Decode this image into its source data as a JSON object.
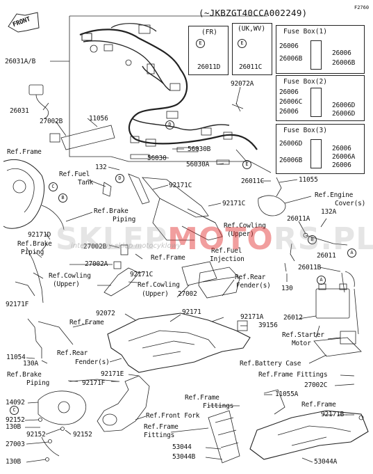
{
  "header": {
    "model_code": "(~JKBZGT40CCA002249)",
    "figure_code": "F2760"
  },
  "front_badge": "FRONT",
  "variant_boxes": [
    {
      "title": "(FR)",
      "part": "26011D"
    },
    {
      "title": "(UK,WV)",
      "part": "26011C"
    }
  ],
  "fuse_boxes": [
    {
      "title": "Fuse Box(1)",
      "left": [
        "26006",
        "26006B"
      ],
      "right": [
        "26006",
        "26006B"
      ]
    },
    {
      "title": "Fuse Box(2)",
      "left": [
        "26006",
        "26006C",
        "26006"
      ],
      "right": [
        "26006D",
        "26006D"
      ]
    },
    {
      "title": "Fuse Box(3)",
      "left": [
        "26006D",
        "26006B"
      ],
      "right": [
        "26006",
        "26006A",
        "26006"
      ]
    }
  ],
  "labels": {
    "p26031ab": "26031A/B",
    "p26031": "26031",
    "p27002b_top": "27002B",
    "p11056": "11056",
    "p92072a": "92072A",
    "p56030b": "56030B",
    "p56030": "56030",
    "p56030a": "56030A",
    "p26011c_main": "26011C",
    "p11055": "11055",
    "ref_frame_1": "Ref.Frame",
    "ref_fuel_tank_1": "Ref.Fuel",
    "ref_fuel_tank_2": "Tank",
    "p132": "132",
    "p92171c_a": "92171C",
    "ref_engine_cover_1": "Ref.Engine",
    "ref_engine_cover_2": "Cover(s)",
    "ref_brake_piping_top_1": "Ref.Brake",
    "ref_brake_piping_top_2": "Piping",
    "p92171c_b": "92171C",
    "p26011a": "26011A",
    "p132a": "132A",
    "ref_cowling_upper_1_1": "Ref.Cowling",
    "ref_cowling_upper_1_2": "(Upper)",
    "p92171d": "92171D",
    "ref_brake_piping_left_1": "Ref.Brake",
    "ref_brake_piping_left_2": "Piping",
    "p27002b_mid": "27002B",
    "p26011": "26011",
    "ref_fuel_injection_1": "Ref.Fuel",
    "ref_fuel_injection_2": "Injection",
    "p27002a": "27002A",
    "ref_frame_2": "Ref.Frame",
    "p92171c_c": "92171C",
    "ref_cowling_upper_2_1": "Ref.Cowling",
    "ref_cowling_upper_2_2": "(Upper)",
    "ref_cowling_upper_3_1": "Ref.Cowling",
    "ref_cowling_upper_3_2": "(Upper)",
    "p27002": "27002",
    "p26011b": "26011B",
    "p130": "130",
    "ref_rear_fender_1_1": "Ref.Rear",
    "ref_rear_fender_1_2": "Fender(s)",
    "p92171f": "92171F",
    "p92072": "92072",
    "p92171": "92171",
    "p92171a": "92171A",
    "p26012": "26012",
    "ref_frame_3": "Ref.Frame",
    "p39156": "39156",
    "ref_starter_motor_1": "Ref.Starter",
    "ref_starter_motor_2": "Motor",
    "p11054": "11054",
    "ref_rear_fender_2_1": "Ref.Rear",
    "ref_rear_fender_2_2": "Fender(s)",
    "p130a": "130A",
    "ref_battery_case": "Ref.Battery Case",
    "ref_brake_piping_bot_1": "Ref.Brake",
    "ref_brake_piping_bot_2": "Piping",
    "p92171e": "92171E",
    "ref_frame_fittings_1": "Ref.Frame Fittings",
    "p92171f_b": "92171F",
    "p27002c": "27002C",
    "p14092": "14092",
    "ref_frame_fittings_2_1": "Ref.Frame",
    "ref_frame_fittings_2_2": "Fittings",
    "p11055a": "11055A",
    "ref_front_fork": "Ref.Front Fork",
    "ref_frame_4": "Ref.Frame",
    "p92152_a": "92152",
    "p130b_a": "130B",
    "p92152_b": "92152",
    "p92152_c": "92152",
    "ref_frame_fittings_3_1": "Ref.Frame",
    "ref_frame_fittings_3_2": "Fittings",
    "p92171b": "92171B",
    "p27003": "27003",
    "p53044": "53044",
    "p53044b": "53044B",
    "p130b_b": "130B",
    "p53044a": "53044A"
  },
  "callouts": [
    "A",
    "B",
    "C",
    "D",
    "E"
  ],
  "watermark": {
    "part1": "SKLEP",
    "part2": "MOTO",
    "part3": "RS.PL",
    "tagline": "internetowy sklep motocyklowy"
  }
}
